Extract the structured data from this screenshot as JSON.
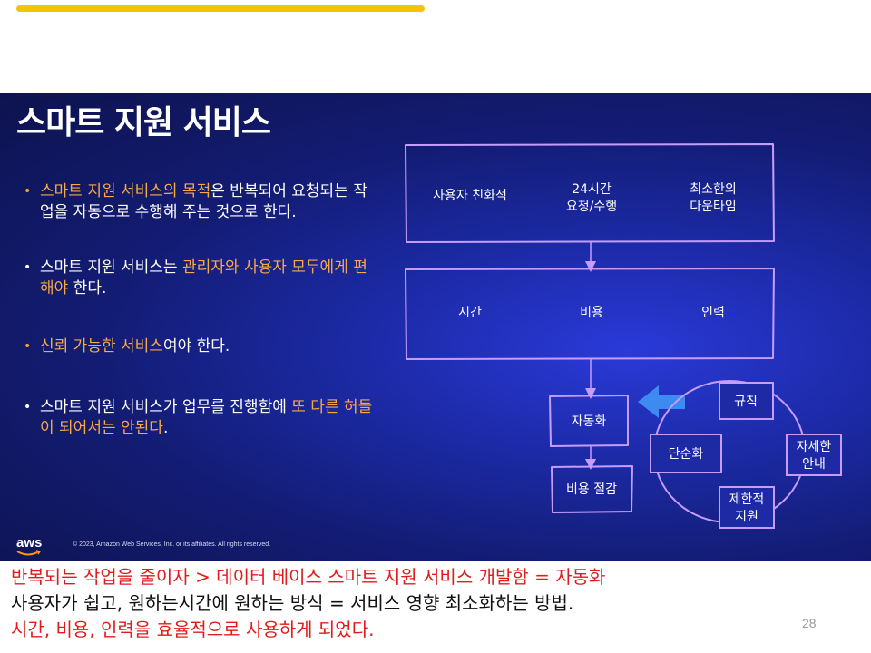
{
  "slide": {
    "title": "스마트 지원 서비스",
    "bullets": [
      {
        "pre": "",
        "hl": "스마트 지원 서비스의 목적",
        "post": "은 반복되어 요청되는 작업을 자동으로 수행해 주는 것으로 한다."
      },
      {
        "pre": "스마트 지원 서비스는 ",
        "hl": "관리자와 사용자 모두에게 편해야",
        "post": " 한다."
      },
      {
        "pre": "",
        "hl": "신뢰 가능한 서비스",
        "post": "여야 한다."
      },
      {
        "pre": "스마트 지원 서비스가 업무를 진행함에 ",
        "hl": "또 다른 허들이 되어서는 안된다",
        "post": "."
      }
    ],
    "diagram": {
      "box1": {
        "item1": "사용자 친화적",
        "item2_line1": "24시간",
        "item2_line2": "요청/수행",
        "item3_line1": "최소한의",
        "item3_line2": "다운타임"
      },
      "box2": {
        "item1": "시간",
        "item2": "비용",
        "item3": "인력"
      },
      "automation": "자동화",
      "cost_saving": "비용 절감",
      "cycle": {
        "rule": "규칙",
        "simplify": "단순화",
        "detail_line1": "자세한",
        "detail_line2": "안내",
        "limited_line1": "제한적",
        "limited_line2": "지원"
      }
    },
    "aws_logo": "aws",
    "copyright": "© 2023, Amazon Web Services, Inc. or its affiliates. All rights reserved."
  },
  "notes": [
    "반복되는 작업을 줄이자 > 데이터 베이스 스마트 지원 서비스 개발함 = 자동화",
    "사용자가 쉽고, 원하는시간에 원하는 방식 = 서비스 영향 최소화하는 방법.",
    "시간, 비용, 인력을 효율적으로 사용하게 되었다."
  ],
  "page_number": "28",
  "colors": {
    "accent_yellow": "#f5c400",
    "highlight_orange": "#f6a94a",
    "box_outline": "#c79cff",
    "note_red": "#e01b1b",
    "arrow_blue": "#3d8bf0"
  }
}
